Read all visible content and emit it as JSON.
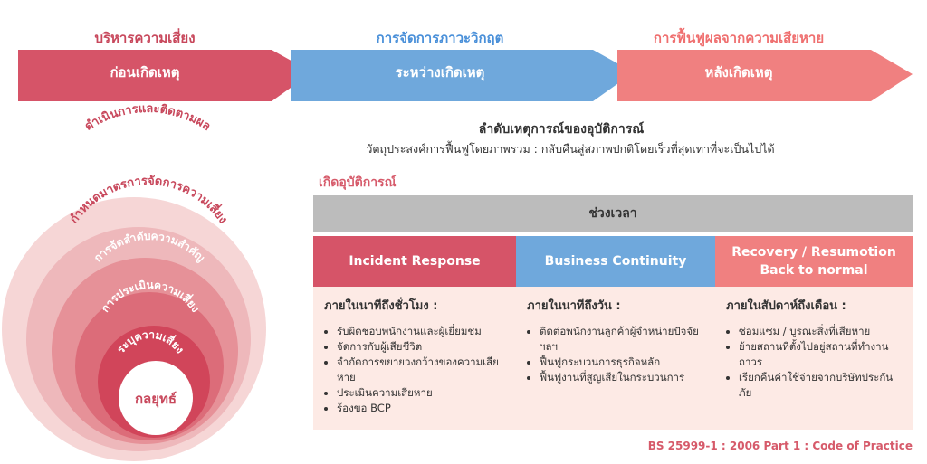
{
  "phases": [
    {
      "label": "บริหารความเสี่ยง",
      "inner": "ก่อนเกิดเหตุ",
      "color": "#d65468",
      "label_color": "#c8485c"
    },
    {
      "label": "การจัดการภาวะวิกฤต",
      "inner": "ระหว่างเกิดเหตุ",
      "color": "#6fa8dc",
      "label_color": "#4a90d9"
    },
    {
      "label": "การฟื้นฟูผลจากความเสียหาย",
      "inner": "หลังเกิดเหตุ",
      "color": "#f08080",
      "label_color": "#ef6f6f"
    }
  ],
  "sequence": {
    "title": "ลำดับเหตุการณ์ของอุบัติการณ์",
    "subtitle": "วัตถุประสงค์การฟื้นฟูโดยภาพรวม : กลับคืนสู่สภาพปกติโดยเร็วที่สุดเท่าที่จะเป็นไปได้"
  },
  "incident_label": "เกิดอุบัติการณ์",
  "time_label": "ช่วงเวลา",
  "columns": [
    {
      "title": "Incident Response",
      "color": "#d65468",
      "heading": "ภายในนาทีถึงชั่วโมง :",
      "items": [
        "รับผิดชอบพนักงานและผู้เยี่ยมชม",
        "จัดการกับผู้เสียชีวิต",
        "จำกัดการขยายวงกว้างของความเสียหาย",
        "ประเมินความเสียหาย",
        "ร้องขอ BCP"
      ]
    },
    {
      "title": "Business Continuity",
      "color": "#6fa8dc",
      "heading": "ภายในนาทีถึงวัน :",
      "items": [
        "ติดต่อพนักงานลูกค้าผู้จำหน่ายปัจจัย ฯลฯ",
        "ฟื้นฟูกระบวนการธุรกิจหลัก",
        "ฟื้นฟูงานที่สูญเสียในกระบวนการ"
      ]
    },
    {
      "title_line1": "Recovery / Resumotion",
      "title_line2": "Back to normal",
      "color": "#f08080",
      "heading": "ภายในสัปดาห์ถึงเดือน :",
      "items": [
        "ซ่อมแซม / บูรณะสิ่งที่เสียหาย",
        "ย้ายสถานที่ตั้งไปอยู่สถานที่ทำงานถาวร",
        "เรียกคืนค่าใช้จ่ายจากบริษัทประกันภัย"
      ]
    }
  ],
  "circles": {
    "layers": [
      "ดำเนินการและติดตามผล",
      "กำหนดมาตรการจัดการความเสี่ยง",
      "การจัดลำดับความสำคัญ",
      "การประเมินความเสี่ยง",
      "ระบุความเสี่ยง"
    ],
    "center": "กลยุทธ์",
    "colors": [
      "#f6d6d6",
      "#eeb8bb",
      "#e69198",
      "#dc6c79",
      "#d1455a"
    ],
    "center_color": "#ffffff",
    "text_color": "#c8485c"
  },
  "source": "BS 25999-1 : 2006 Part 1 : Code of Practice"
}
